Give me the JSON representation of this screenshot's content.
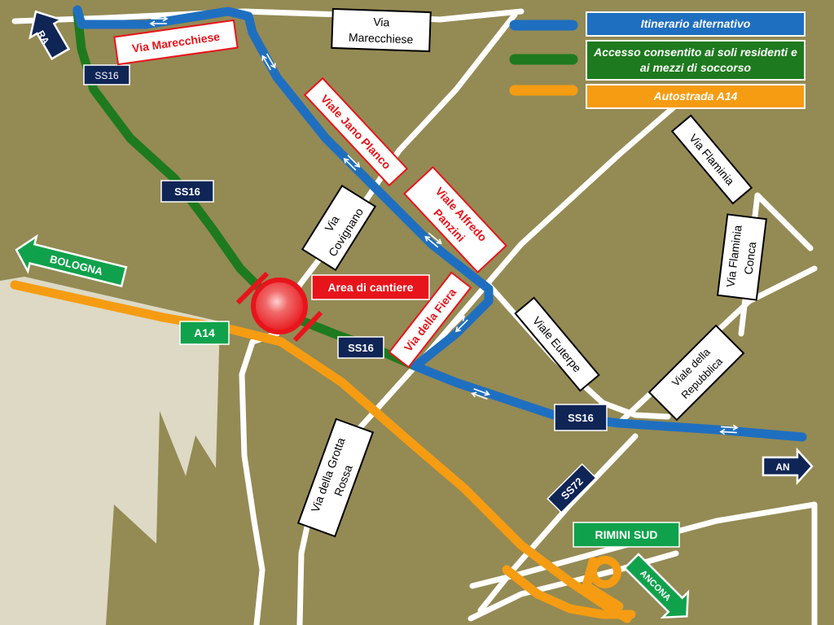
{
  "colors": {
    "background": "#948a54",
    "land": "#ddd9c4",
    "road": "#ffffff",
    "alternative": "#1f6fc0",
    "residents": "#1e7a1e",
    "motorway": "#f59c12",
    "road_badge": "#0f2556",
    "green_sign": "#10a14c",
    "red_label": "#e8141b"
  },
  "legend": [
    {
      "label": "Itinerario alternativo",
      "color": "#1f6fc0"
    },
    {
      "label": "Accesso consentito ai soli residenti e ai mezzi di soccorso",
      "color": "#1e7a1e"
    },
    {
      "label": "Autostrada A14",
      "color": "#f59c12"
    }
  ],
  "street_labels": {
    "via_marecchiese": [
      "Via",
      "Marecchiese"
    ],
    "via_covignano": [
      "Via",
      "Covignano"
    ],
    "via_flaminia": [
      "Via Flaminia"
    ],
    "via_flaminia_conca": [
      "Via Flaminia",
      "Conca"
    ],
    "viale_euterpe": [
      "Viale Euterpe"
    ],
    "viale_repubblica": [
      "Viale della",
      "Repubblica"
    ],
    "via_grotta_rossa": [
      "Via della Grotta",
      "Rossa"
    ]
  },
  "red_labels": {
    "via_marecchiese": [
      "Via Marecchiese"
    ],
    "viale_jano_planco": [
      "Viale Jano Planco"
    ],
    "viale_alfredo_panzini": [
      "Viale Alfredo",
      "Panzini"
    ],
    "via_della_fiera": [
      "Via della Fiera"
    ],
    "area_cantiere": "Area di cantiere"
  },
  "badges": {
    "ss16_top": "SS16",
    "ss16_mid": "SS16",
    "ss16_centre": "SS16",
    "ss16_right": "SS16",
    "ss72": "SS72",
    "a14": "A14",
    "rimini_sud": "RIMINI SUD"
  },
  "directions": {
    "ra": "RA",
    "bologna": "BOLOGNA",
    "an": "AN",
    "ancona": "ANCONA"
  },
  "icons": {
    "construction": "no-entry-icon",
    "two_way": "two-way-arrow-icon"
  }
}
